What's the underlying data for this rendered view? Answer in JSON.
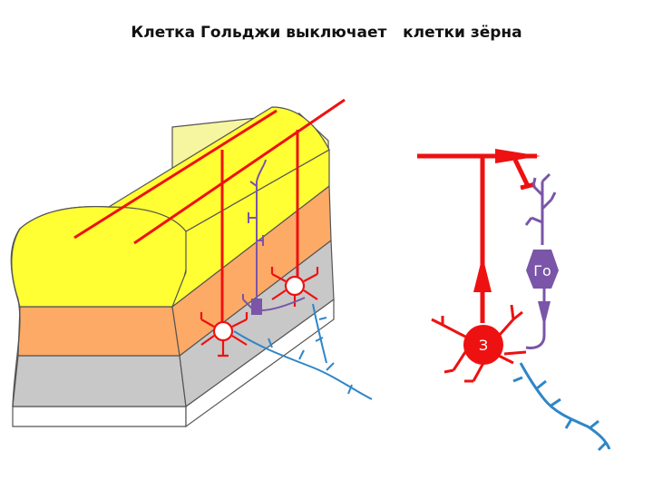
{
  "title": "Клетка Гольджи выключает   клетки зёрна",
  "labels": {
    "golgi": "Го",
    "granule": "З"
  },
  "colors": {
    "molecular_layer": "#ffff33",
    "purkinje_layer": "#fcaa66",
    "granular_layer": "#c8c8c8",
    "white_matter": "#ffffff",
    "outline": "#555555",
    "parallel_fiber": "#ee1111",
    "golgi_cell": "#7a55a8",
    "granule_cell": "#ee1111",
    "mossy_fiber": "#2f86c8"
  }
}
